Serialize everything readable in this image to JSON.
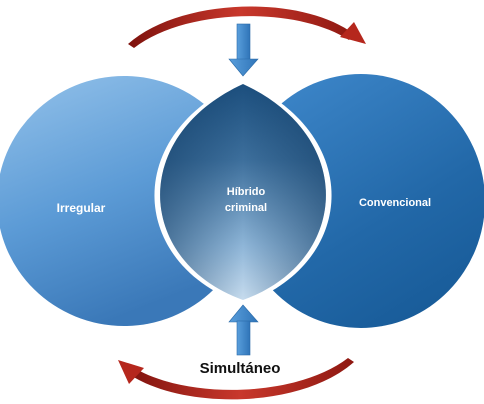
{
  "diagram": {
    "left_label": "Irregular",
    "right_label": "Convencional",
    "overlap_label_line1": "Híbrido",
    "overlap_label_line2": "criminal",
    "bottom_label": "Simultáneo"
  },
  "colors": {
    "left_ellipse_light": "#8fbde6",
    "left_ellipse_dark": "#3f7fc0",
    "right_ellipse_light": "#4a8fcf",
    "right_ellipse_dark": "#1a5e9e",
    "overlap_dark": "#1f5585",
    "overlap_light": "#a9cbe6",
    "arrow_blue": "#4a90d0",
    "curved_arrow_red": "#b3261e",
    "text_white": "#ffffff",
    "text_dark": "#111111"
  }
}
